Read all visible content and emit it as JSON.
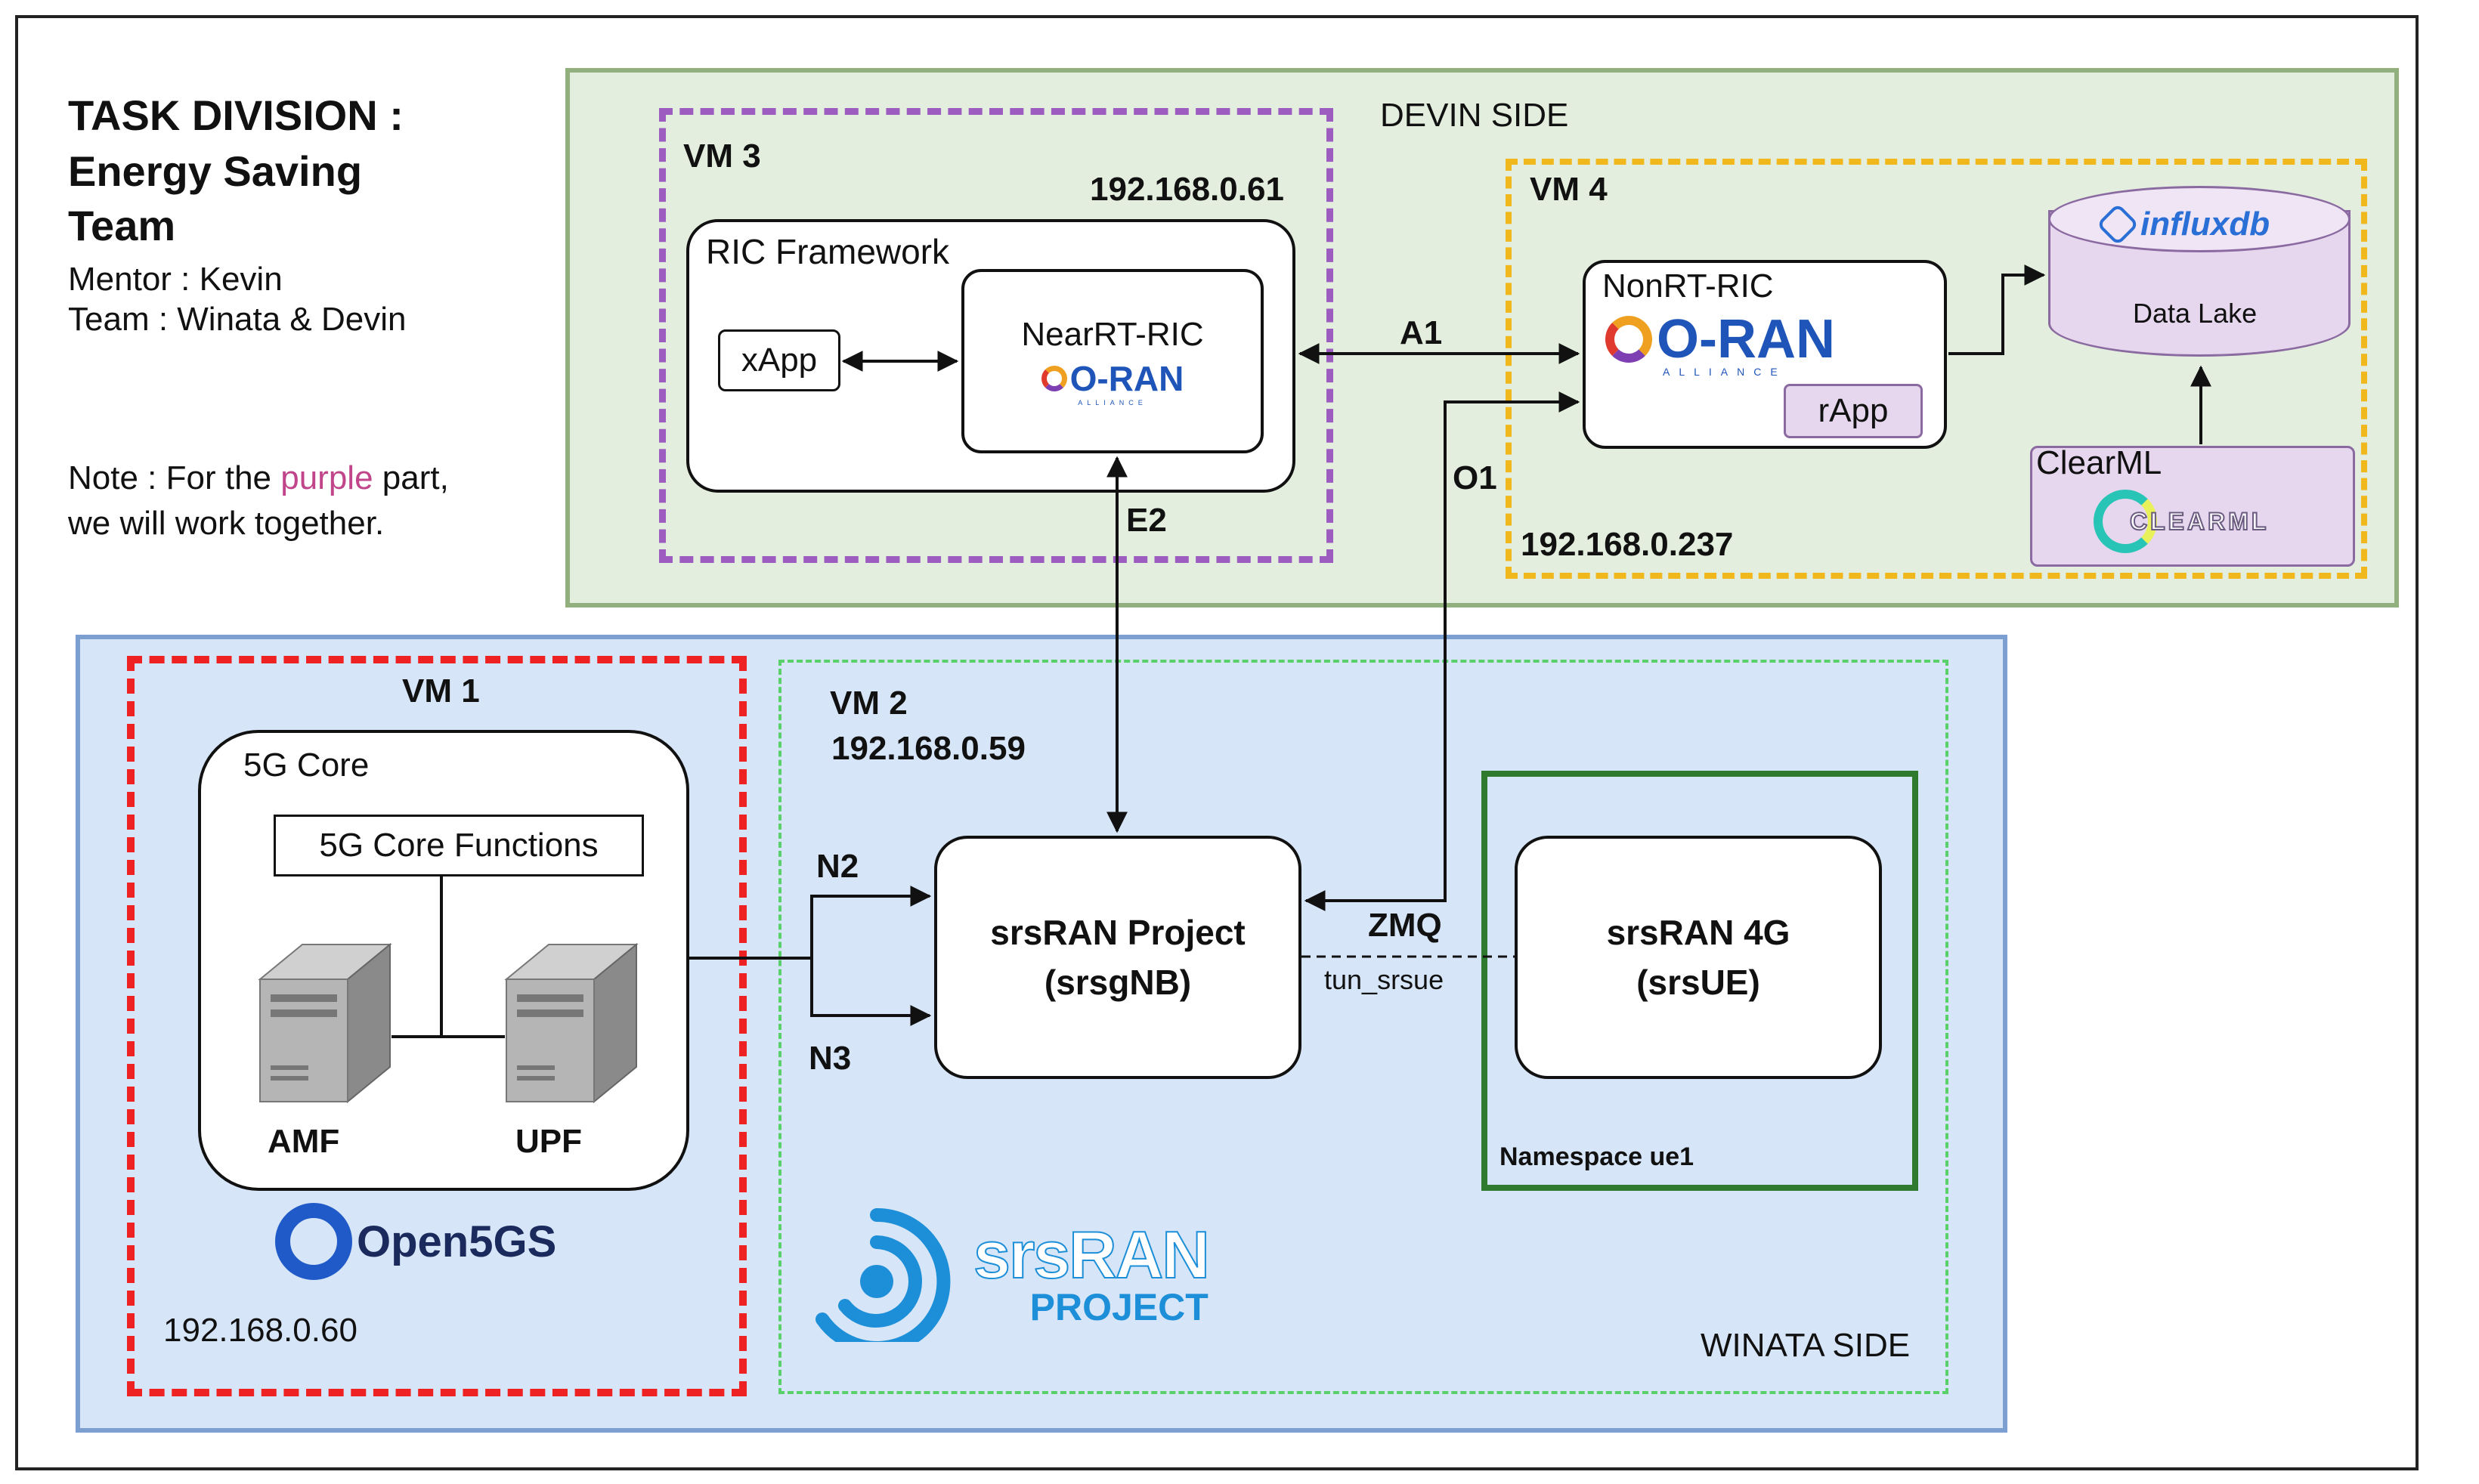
{
  "task": {
    "title_line1": "TASK DIVISION :",
    "title_line2": "Energy Saving",
    "title_line3": "Team",
    "mentor": "Mentor : Kevin",
    "team": "Team : Winata & Devin",
    "note_prefix": "Note : For the ",
    "note_highlight": "purple",
    "note_suffix": " part,",
    "note_line2": "we will work together."
  },
  "devin": {
    "side_label": "DEVIN SIDE",
    "vm3": {
      "label": "VM 3",
      "ip": "192.168.0.61",
      "ric_framework": "RIC Framework",
      "xapp": "xApp",
      "nearrt": "NearRT-RIC",
      "oran_logo": "O-RAN",
      "oran_sub": "ALLIANCE"
    },
    "vm4": {
      "label": "VM 4",
      "ip": "192.168.0.237",
      "nonrt": "NonRT-RIC",
      "oran_logo": "O-RAN",
      "oran_sub": "ALLIANCE",
      "rapp": "rApp",
      "influx_logo": "influxdb",
      "data_lake": "Data Lake",
      "clearml": "ClearML",
      "clearml_logo": "CLEARML"
    }
  },
  "links": {
    "a1": "A1",
    "o1": "O1",
    "e2": "E2",
    "n2": "N2",
    "n3": "N3",
    "zmq": "ZMQ",
    "tun": "tun_srsue"
  },
  "winata": {
    "side_label": "WINATA SIDE",
    "vm1": {
      "label": "VM 1",
      "core": "5G Core",
      "core_functions": "5G Core Functions",
      "amf": "AMF",
      "upf": "UPF",
      "open5gs_logo": "Open5GS",
      "ip": "192.168.0.60"
    },
    "vm2": {
      "label": "VM 2",
      "ip": "192.168.0.59",
      "gnb_line1": "srsRAN Project",
      "gnb_line2": "(srsgNB)",
      "ue_line1": "srsRAN 4G",
      "ue_line2": "(srsUE)",
      "namespace": "Namespace ue1",
      "srsran_logo_1": "srsRAN",
      "srsran_logo_2": "PROJECT"
    }
  },
  "colors": {
    "devin_bg": "#e3eede",
    "winata_bg": "#d6e5f7",
    "vm1_dash": "#ee2222",
    "vm2_dash": "#59d06a",
    "vm3_dash": "#9c5cc0",
    "vm4_dash": "#f0b81c",
    "purple_text": "#c0458a",
    "namespace_border": "#2f7a2f",
    "oran_blue": "#1f54b8",
    "srsran_blue": "#1c8fd8"
  }
}
